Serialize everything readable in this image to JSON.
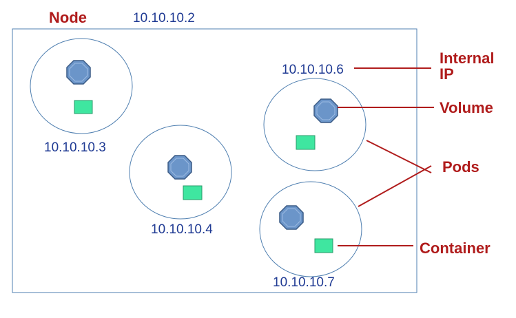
{
  "colors": {
    "ip_text": "#1f3a93",
    "callout_text": "#b01c1c",
    "outline": "#4f7fb0",
    "leader": "#b01c1c",
    "volume_fill": "#6b95c9",
    "volume_stroke": "#3b5b86",
    "container_fill": "#3fe6a0",
    "container_stroke": "#2a9a6a"
  },
  "node": {
    "label": "Node",
    "ip": "10.10.10.2"
  },
  "pods": [
    {
      "ip": "10.10.10.3",
      "icons": [
        "volume-icon",
        "container-icon"
      ]
    },
    {
      "ip": "10.10.10.4",
      "icons": [
        "volume-icon",
        "container-icon"
      ]
    },
    {
      "ip": "10.10.10.6",
      "icons": [
        "volume-icon",
        "container-icon"
      ]
    },
    {
      "ip": "10.10.10.7",
      "icons": [
        "volume-icon",
        "container-icon"
      ]
    }
  ],
  "callouts": {
    "internal_ip": "Internal IP",
    "volume": "Volume",
    "pods": "Pods",
    "container": "Container"
  }
}
